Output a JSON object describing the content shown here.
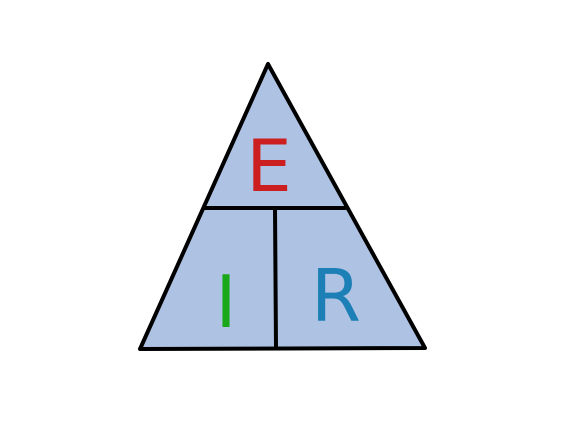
{
  "triangle": {
    "fill_color": "#aec3e4",
    "stroke_color": "#000000",
    "top_letter": {
      "text": "E",
      "color": "#cc1f1f"
    },
    "bottom_left_letter": {
      "text": "I",
      "color": "#1aa81a"
    },
    "bottom_right_letter": {
      "text": "R",
      "color": "#1c7fb5"
    }
  }
}
